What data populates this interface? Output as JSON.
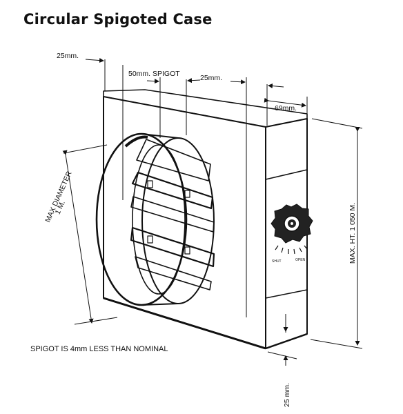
{
  "title": "Circular Spigoted Case",
  "labels": {
    "dim_25_top_left": "25mm.",
    "spigot_50": "50mm. SPIGOT",
    "dim_25_top_mid": "25mm.",
    "dim_69": "69mm.",
    "max_diameter": "MAX DIAMETER",
    "one_m": "1 M.",
    "max_height": "MAX. HT. 1 050 M.",
    "shut": "SHUT",
    "open": "OPEN",
    "spigot_note": "SPIGOT IS 4mm LESS THAN NOMINAL",
    "dim_25_bottom": "25 mm."
  },
  "colors": {
    "ink": "#111111",
    "paper": "#ffffff",
    "knob": "#222222"
  },
  "icons": {
    "control_knob": "damper-control-knob-icon"
  }
}
